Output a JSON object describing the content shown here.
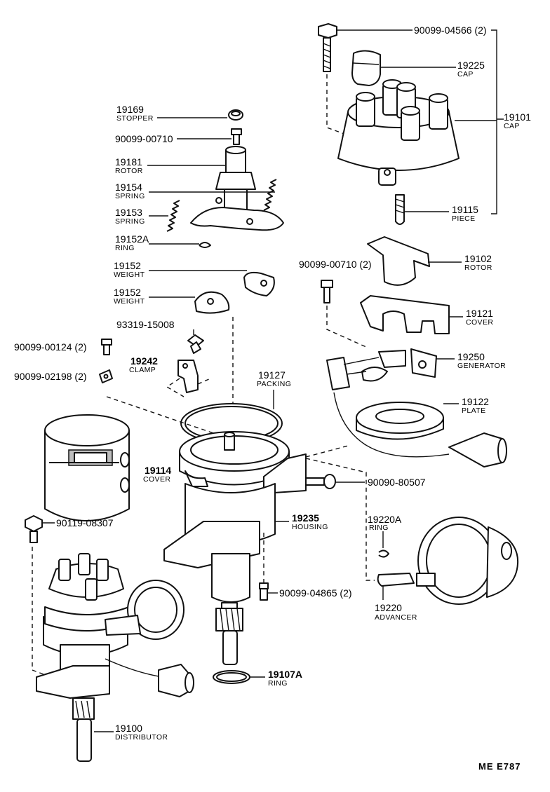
{
  "figure_code": "ME  E787",
  "parts": {
    "cap_bolt": {
      "number": "90099-04566 (2)"
    },
    "cap_19225": {
      "number": "19225",
      "name": "CAP"
    },
    "cap_19101": {
      "number": "19101",
      "name": "CAP"
    },
    "piece_19115": {
      "number": "19115",
      "name": "PIECE"
    },
    "stopper_19169": {
      "number": "19169",
      "name": "STOPPER"
    },
    "screw_00710_a": {
      "number": "90099-00710"
    },
    "rotor_19181": {
      "number": "19181",
      "name": "ROTOR"
    },
    "spring_19154": {
      "number": "19154",
      "name": "SPRING"
    },
    "spring_19153": {
      "number": "19153",
      "name": "SPRING"
    },
    "ring_19152a": {
      "number": "19152A",
      "name": "RING"
    },
    "weight_19152_a": {
      "number": "19152",
      "name": "WEIGHT"
    },
    "weight_19152_b": {
      "number": "19152",
      "name": "WEIGHT"
    },
    "screw_00710_b": {
      "number": "90099-00710 (2)"
    },
    "rotor_19102": {
      "number": "19102",
      "name": "ROTOR"
    },
    "cover_19121": {
      "number": "19121",
      "name": "COVER"
    },
    "screw_15008": {
      "number": "93319-15008"
    },
    "screw_00124": {
      "number": "90099-00124 (2)"
    },
    "clamp_19242": {
      "number": "19242",
      "name": "CLAMP"
    },
    "generator_19250": {
      "number": "19250",
      "name": "GENERATOR"
    },
    "washer_02198": {
      "number": "90099-02198 (2)"
    },
    "packing_19127": {
      "number": "19127",
      "name": "PACKING"
    },
    "plate_19122": {
      "number": "19122",
      "name": "PLATE"
    },
    "cover_19114": {
      "number": "19114",
      "name": "COVER"
    },
    "screw_80507": {
      "number": "90090-80507"
    },
    "bolt_08307": {
      "number": "90119-08307"
    },
    "housing_19235": {
      "number": "19235",
      "name": "HOUSING"
    },
    "ring_19220a": {
      "number": "19220A",
      "name": "RING"
    },
    "screw_04865": {
      "number": "90099-04865 (2)"
    },
    "advancer_19220": {
      "number": "19220",
      "name": "ADVANCER"
    },
    "ring_19107a": {
      "number": "19107A",
      "name": "RING"
    },
    "distributor_19100": {
      "number": "19100",
      "name": "DISTRIBUTOR"
    }
  }
}
